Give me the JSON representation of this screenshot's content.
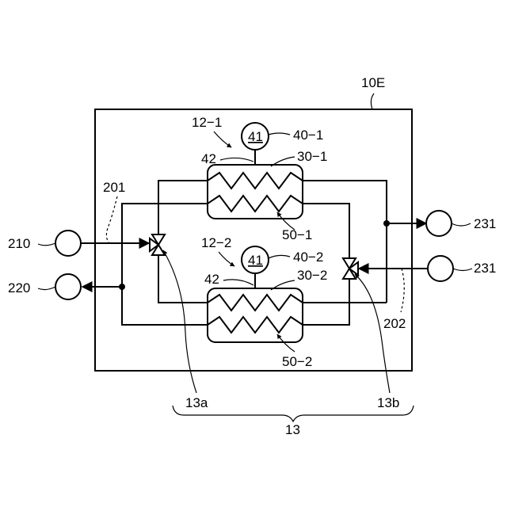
{
  "diagram": {
    "device_label": "10E",
    "unit1": {
      "unit_label": "12−1",
      "pump_code": "41",
      "pump_label": "40−1",
      "connector_label": "42",
      "tank_label": "30−1",
      "coil_label": "50−1"
    },
    "unit2": {
      "unit_label": "12−2",
      "pump_code": "41",
      "pump_label": "40−2",
      "connector_label": "42",
      "tank_label": "30−2",
      "coil_label": "50−2"
    },
    "inlet_port_label": "210",
    "return_port_label": "220",
    "outlet_port_label": "231",
    "inlet2_port_label": "231",
    "left_pipe_label": "201",
    "right_pipe_label": "202",
    "valve_a_label": "13a",
    "valve_b_label": "13b",
    "valve_group_label": "13"
  }
}
